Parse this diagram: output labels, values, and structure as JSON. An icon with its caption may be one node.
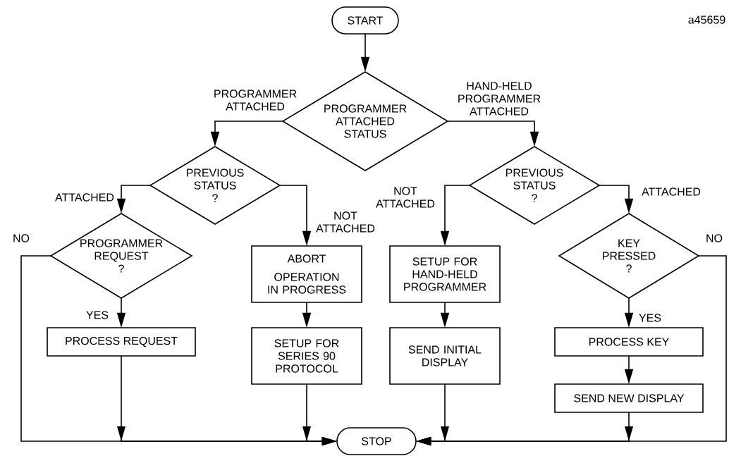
{
  "diagram": {
    "nodes": [
      {
        "text": [
          "START"
        ]
      },
      {
        "text": [
          "PROGRAMMER ATTACHED STATUS"
        ]
      },
      {
        "text": [
          "PREVIOUS STATUS ?"
        ]
      },
      {
        "text": [
          "PREVIOUS STATUS ?"
        ]
      },
      {
        "text": [
          "PROGRAMMER REQUEST ?"
        ]
      },
      {
        "text": [
          "ABORT",
          "OPERATION IN PROGRESS"
        ]
      },
      {
        "text": [
          "SETUP FOR SERIES 90 PROTOCOL"
        ]
      },
      {
        "text": [
          "SETUP FOR HAND-HELD PROGRAMMER"
        ]
      },
      {
        "text": [
          "SEND INITIAL DISPLAY"
        ]
      },
      {
        "text": [
          "KEY PRESSED ?"
        ]
      },
      {
        "text": [
          "PROCESS REQUEST"
        ]
      },
      {
        "text": [
          "PROCESS KEY"
        ]
      },
      {
        "text": [
          "SEND NEW DISPLAY"
        ]
      },
      {
        "text": [
          "STOP"
        ]
      }
    ],
    "edges": [
      {
        "from": 0,
        "to": 1,
        "arrow": "to"
      },
      {
        "from": 1,
        "to": 2,
        "arrow": "to",
        "label": "PROGRAMMER ATTACHED"
      },
      {
        "from": 1,
        "to": 3,
        "arrow": "to",
        "label": "HAND-HELD PROGRAMMER ATTACHED"
      },
      {
        "from": 2,
        "to": 4,
        "arrow": "to",
        "label": "ATTACHED"
      },
      {
        "from": 2,
        "to": 5,
        "arrow": "to",
        "label": "NOT ATTACHED"
      },
      {
        "from": 3,
        "to": 7,
        "arrow": "to",
        "label": "NOT ATTACHED"
      },
      {
        "from": 3,
        "to": 9,
        "arrow": "to",
        "label": "ATTACHED"
      },
      {
        "from": 4,
        "to": 10,
        "arrow": "to",
        "label": "YES"
      },
      {
        "from": 4,
        "to": 13,
        "arrow": "to",
        "label": "NO"
      },
      {
        "from": 5,
        "to": 6,
        "arrow": "to"
      },
      {
        "from": 6,
        "to": 13,
        "arrow": "to"
      },
      {
        "from": 7,
        "to": 8,
        "arrow": "to"
      },
      {
        "from": 8,
        "to": 13,
        "arrow": "to"
      },
      {
        "from": 9,
        "to": 11,
        "arrow": "to",
        "label": "YES"
      },
      {
        "from": 9,
        "to": 13,
        "arrow": "to",
        "label": "NO"
      },
      {
        "from": 10,
        "to": 13,
        "arrow": "to"
      },
      {
        "from": 11,
        "to": 12,
        "arrow": "to"
      },
      {
        "from": 12,
        "to": 13,
        "arrow": "to"
      }
    ],
    "labels": [
      "a45659"
    ]
  }
}
